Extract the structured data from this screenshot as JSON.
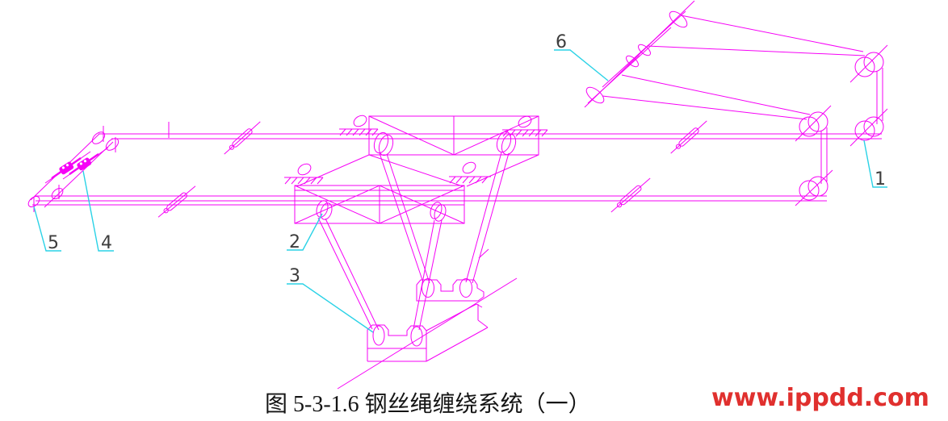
{
  "figure": {
    "caption": "图 5-3-1.6 钢丝绳缠绕系统（一）",
    "watermark": "www.ippdd.com"
  },
  "colors": {
    "line": "#f602f6",
    "leader": "#2ad2e6",
    "label": "#3d3d3d",
    "caption": "#141414",
    "watermark": "#e0302e",
    "background": "#ffffff"
  },
  "callouts": [
    {
      "number": "1"
    },
    {
      "number": "2"
    },
    {
      "number": "3"
    },
    {
      "number": "4"
    },
    {
      "number": "5"
    },
    {
      "number": "6"
    }
  ]
}
